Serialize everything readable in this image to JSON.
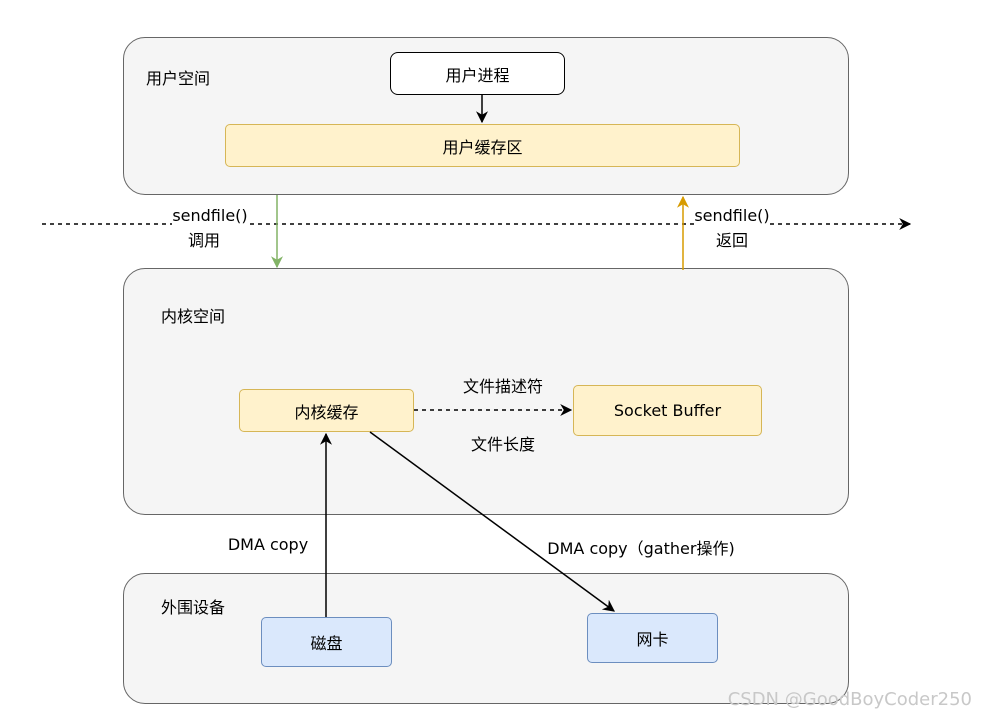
{
  "regions": {
    "user_space": "用户空间",
    "kernel_space": "内核空间",
    "peripheral": "外围设备"
  },
  "nodes": {
    "user_process": "用户进程",
    "user_buffer": "用户缓存区",
    "kernel_buffer": "内核缓存",
    "socket_buffer": "Socket Buffer",
    "disk": "磁盘",
    "nic": "网卡"
  },
  "labels": {
    "sendfile_call_1": "sendfile()",
    "sendfile_call_2": "调用",
    "sendfile_return_1": "sendfile()",
    "sendfile_return_2": "返回",
    "fd": "文件描述符",
    "file_length": "文件长度",
    "dma_copy_left": "DMA copy",
    "dma_copy_right": "DMA copy（gather操作)"
  },
  "colors": {
    "call_arrow": "#82b366",
    "return_arrow": "#d79b00"
  },
  "watermark": "CSDN @GoodBoyCoder250"
}
